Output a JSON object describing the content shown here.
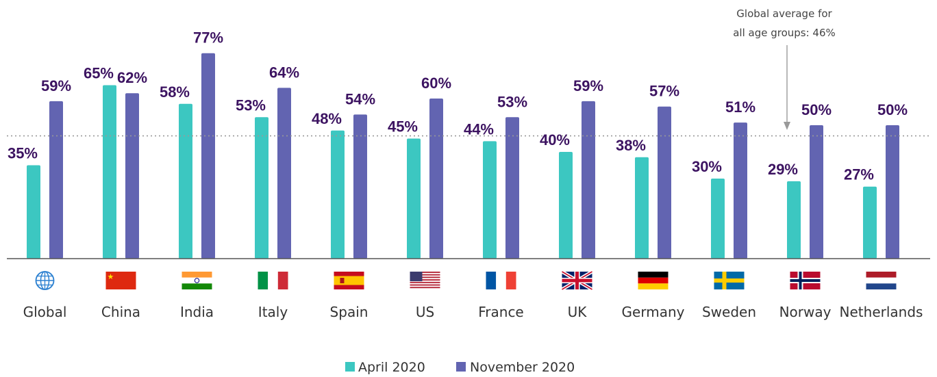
{
  "chart_data": {
    "type": "bar",
    "categories": [
      "Global",
      "China",
      "India",
      "Italy",
      "Spain",
      "US",
      "France",
      "UK",
      "Germany",
      "Sweden",
      "Norway",
      "Netherlands"
    ],
    "series": [
      {
        "name": "April 2020",
        "color": "#3cc7c1",
        "values": [
          35,
          65,
          58,
          53,
          48,
          45,
          44,
          40,
          38,
          30,
          29,
          27
        ],
        "labels": [
          "35%",
          "65%",
          "58%",
          "53%",
          "48%",
          "45%",
          "44%",
          "40%",
          "38%",
          "30%",
          "29%",
          "27%"
        ]
      },
      {
        "name": "November 2020",
        "color": "#6264b1",
        "values": [
          59,
          62,
          77,
          64,
          54,
          60,
          53,
          59,
          57,
          51,
          50,
          50
        ],
        "labels": [
          "59%",
          "62%",
          "77%",
          "64%",
          "54%",
          "60%",
          "53%",
          "59%",
          "57%",
          "51%",
          "50%",
          "50%"
        ]
      }
    ],
    "reference_line": {
      "value": 46,
      "style": "dotted",
      "color": "#999999"
    },
    "annotation": {
      "lines": [
        "Global average for",
        "all age groups: 46%"
      ]
    },
    "category_icons": [
      "globe-icon",
      "flag-china-icon",
      "flag-india-icon",
      "flag-italy-icon",
      "flag-spain-icon",
      "flag-us-icon",
      "flag-france-icon",
      "flag-uk-icon",
      "flag-germany-icon",
      "flag-sweden-icon",
      "flag-norway-icon",
      "flag-netherlands-icon"
    ],
    "ylim": [
      0,
      100
    ],
    "grid": false,
    "legend": "bottom-center",
    "title": "",
    "xlabel": "",
    "ylabel": ""
  }
}
